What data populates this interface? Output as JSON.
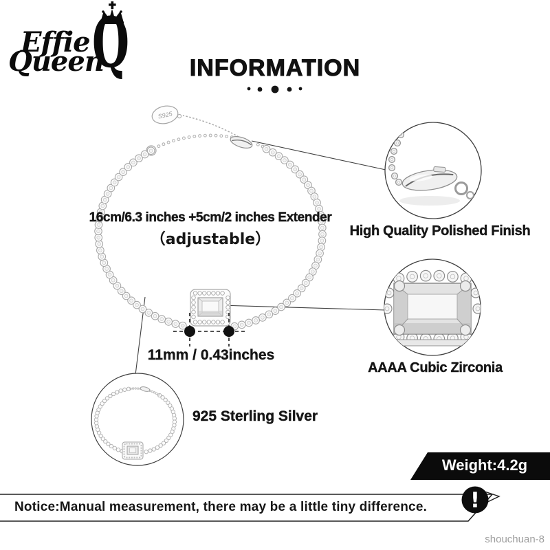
{
  "brand": {
    "name_line1": "Effie",
    "name_line2": "Queen",
    "monogram": "Q",
    "tag_label": "S925"
  },
  "header": {
    "title": "INFORMATION"
  },
  "product": {
    "length_label": "16cm/6.3 inches +5cm/2 inches Extender",
    "adjustable_label": "（adjustable）",
    "width_label": "11mm / 0.43inches"
  },
  "features": {
    "clasp": "High Quality Polished Finish",
    "stone": "AAAA Cubic Zirconia",
    "material": "925 Sterling Silver"
  },
  "weight": {
    "label": "Weight:4.2g"
  },
  "notice": {
    "text": "Notice:Manual measurement, there may be a little tiny difference.",
    "icon_glyph": "!"
  },
  "watermark": "shouchuan-8",
  "colors": {
    "ink_black": "#0b0b0b",
    "metal_gray": "#a9a9a9",
    "watermark_gray": "#9e9e9e"
  }
}
